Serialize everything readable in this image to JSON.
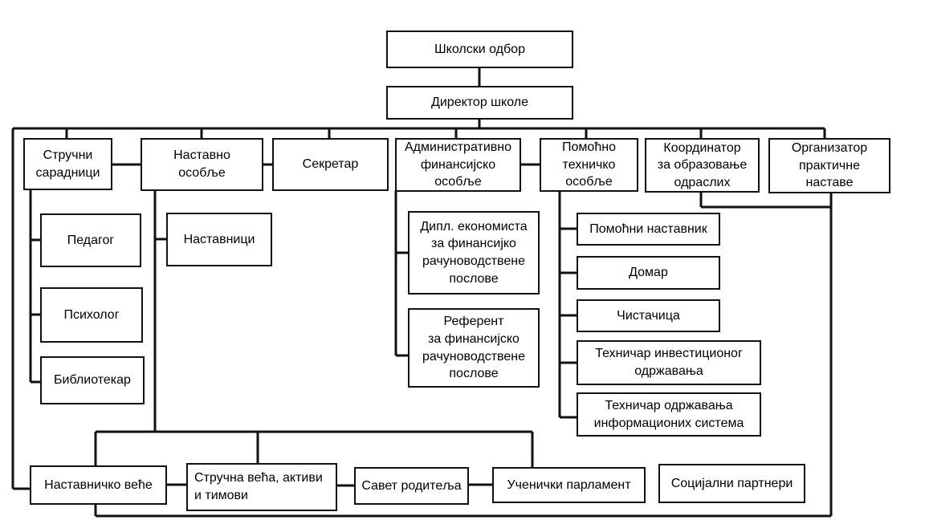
{
  "org_chart": {
    "school_board": "Школски одбор",
    "director": "Директор школе",
    "top_row": {
      "professional_associates": "Стручни\nсарадници",
      "teaching_staff": "Наставно\nособље",
      "secretary": "Секретар",
      "admin_finance_staff": "Административно\nфинансијско\nособље",
      "auxiliary_technical_staff": "Помоћно\nтехничко\nособље",
      "adult_education_coordinator": "Координатор\nза образовање\nодраслих",
      "practical_teaching_organizer": "Организатор\nпрактичне\nнаставе"
    },
    "professional_associates_children": [
      "Педагог",
      "Психолог",
      "Библиотекар"
    ],
    "teaching_staff_children": [
      "Наставници"
    ],
    "admin_finance_children": [
      "Дипл. економиста\nза финансијко\nрачуноводствене\nпослове",
      "Референт\nза финансијско\nрачуноводствене\nпослове"
    ],
    "auxiliary_children": [
      "Помоћни наставник",
      "Домар",
      "Чистачица",
      "Техничар инвестиционог\nодржавања",
      "Техничар одржавања\nинформационих система"
    ],
    "bottom_row": {
      "teachers_council": "Наставничко веће",
      "expert_councils": "Стручна већа, активи\nи тимови",
      "parents_council": "Савет родитеља",
      "student_parliament": "Ученички парламент",
      "social_partners": "Социјални партнери"
    }
  }
}
